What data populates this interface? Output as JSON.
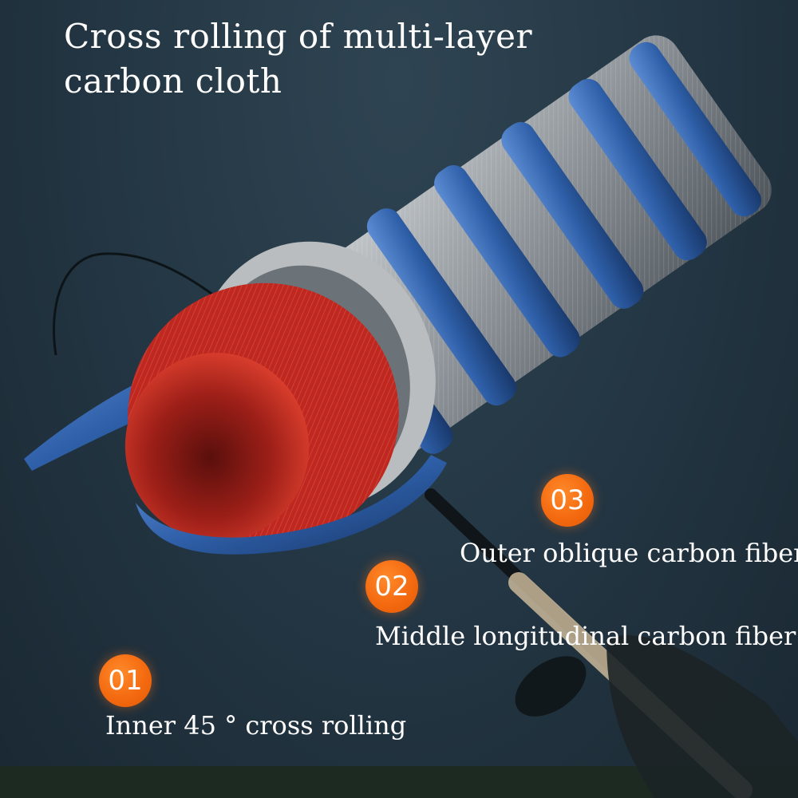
{
  "headline": {
    "line1": "Cross rolling of multi-layer",
    "line2": "carbon cloth"
  },
  "layers": [
    {
      "number": "03",
      "label": "Outer oblique carbon fiber"
    },
    {
      "number": "02",
      "label": "Middle longitudinal carbon fiber"
    },
    {
      "number": "01",
      "label": "Inner 45 ° cross rolling"
    }
  ],
  "colors": {
    "badge": "#f46a10",
    "inner_layer": "#c0281f",
    "middle_layer": "#9aa0a6",
    "outer_layer": "#2e5fa8",
    "background": "#233542"
  }
}
